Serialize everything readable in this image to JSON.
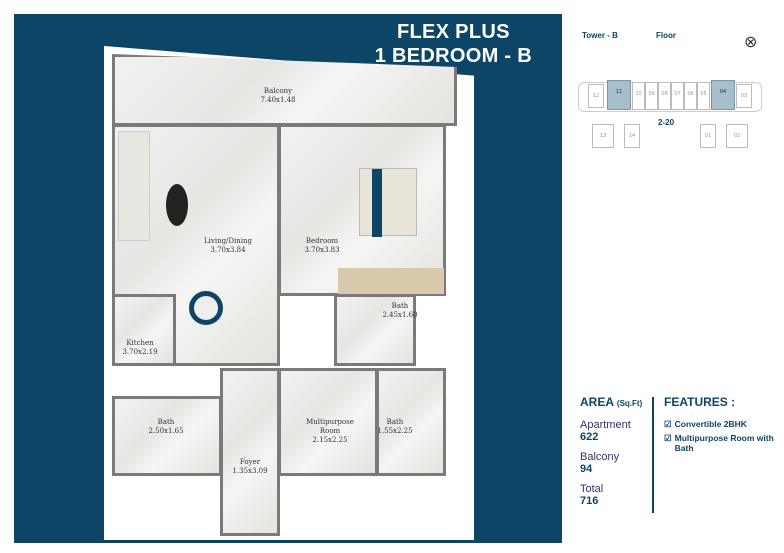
{
  "header": {
    "title_line1": "FLEX PLUS",
    "title_line2": "1 BEDROOM - B"
  },
  "key_plan": {
    "tower": "Tower - B",
    "floor_label": "Floor",
    "floor_range": "2-20",
    "units_top": [
      "12",
      "11",
      "10",
      "09",
      "08",
      "07",
      "06",
      "05",
      "04",
      "03"
    ],
    "units_bottom": [
      "13",
      "14",
      "01",
      "02"
    ],
    "highlighted": [
      "11",
      "04"
    ],
    "highlight_color": "#a7bfcd"
  },
  "rooms": [
    {
      "name": "Balcony",
      "size": "7.40x1.48"
    },
    {
      "name": "Living/Dining",
      "size": "3.70x3.84"
    },
    {
      "name": "Bedroom",
      "size": "3.70x3.83"
    },
    {
      "name": "Bath",
      "size": "2.45x1.60"
    },
    {
      "name": "Kitchen",
      "size": "3.70x2.19"
    },
    {
      "name": "Bath",
      "size": "2.50x1.65"
    },
    {
      "name": "Multipurpose Room",
      "size": "2.15x2.25"
    },
    {
      "name": "Bath",
      "size": "1.55x2.25"
    },
    {
      "name": "Foyer",
      "size": "1.35x3.09"
    }
  ],
  "area": {
    "title": "AREA",
    "unit": "(Sq.Ft)",
    "apartment_label": "Apartment",
    "apartment": "622",
    "balcony_label": "Balcony",
    "balcony": "94",
    "total_label": "Total",
    "total": "716"
  },
  "features": {
    "title": "FEATURES :",
    "items": [
      "Convertible 2BHK",
      "Multipurpose Room with Bath"
    ]
  },
  "colors": {
    "brand": "#0d4566"
  }
}
